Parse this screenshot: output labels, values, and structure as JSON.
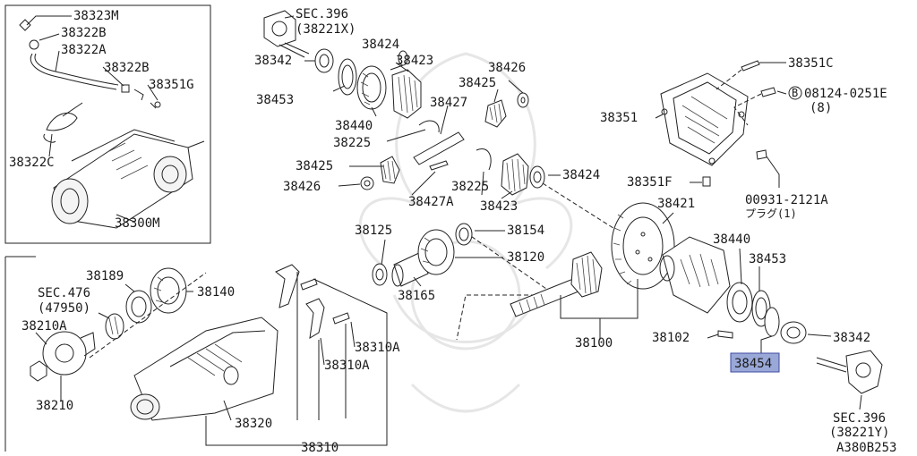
{
  "labels": {
    "p38323M": "38323M",
    "p38322B_a": "38322B",
    "p38322A": "38322A",
    "p38322B_b": "38322B",
    "p38351G": "38351G",
    "p38322C": "38322C",
    "p38300M": "38300M",
    "sec396_top": "SEC.396",
    "sec396_top_sub": "(38221X)",
    "p38342_top": "38342",
    "p38424_top": "38424",
    "p38423_top": "38423",
    "p38453_top": "38453",
    "p38440_top": "38440",
    "p38225_top": "38225",
    "p38427": "38427",
    "p38425_top": "38425",
    "p38426_top": "38426",
    "p38425_mid": "38425",
    "p38426_mid": "38426",
    "p38427A": "38427A",
    "p38225_mid": "38225",
    "p38423_mid": "38423",
    "p38424_mid": "38424",
    "p38351C": "38351C",
    "bolt_code": "08124-0251E",
    "bolt_qty": "(8)",
    "bolt_mark": "B",
    "p38351": "38351",
    "p38351F": "38351F",
    "plug_code": "00931-2121A",
    "plug_text": "プラグ(1)",
    "p38421": "38421",
    "p38440_right": "38440",
    "p38453_right": "38453",
    "p38342_right": "38342",
    "p38102": "38102",
    "p38454": "38454",
    "sec396_bot": "SEC.396",
    "sec396_bot_sub": "(38221Y)",
    "diagram_code": "A380B253",
    "p38125": "38125",
    "p38154": "38154",
    "p38120": "38120",
    "p38165": "38165",
    "p38100": "38100",
    "p38189": "38189",
    "p38140": "38140",
    "sec476": "SEC.476",
    "sec476_sub": "(47950)",
    "p38210A": "38210A",
    "p38210": "38210",
    "p38310A_a": "38310A",
    "p38310A_b": "38310A",
    "p38320": "38320",
    "p38310": "38310"
  },
  "colors": {
    "line": "#222222",
    "highlight_fill": "#9aa8d8",
    "highlight_stroke": "#3d4aa0",
    "watermark": "#e6e6e6"
  }
}
